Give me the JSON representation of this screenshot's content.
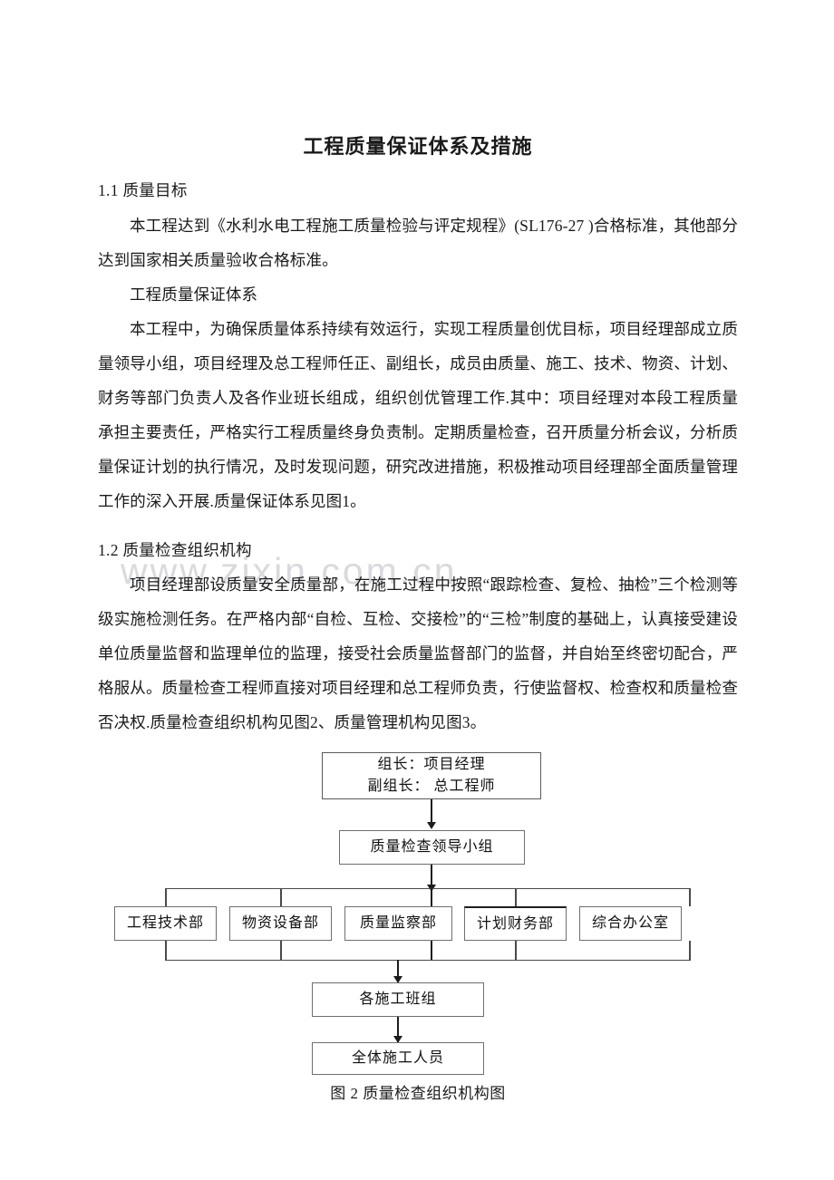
{
  "document": {
    "title": "工程质量保证体系及措施",
    "watermark": "www.zixin.com.cn"
  },
  "sections": [
    {
      "heading": "1.1 质量目标",
      "paragraphs": [
        "本工程达到《水利水电工程施工质量检验与评定规程》(SL176-27 )合格标准，其他部分达到国家相关质量验收合格标准。",
        "工程质量保证体系",
        "本工程中，为确保质量体系持续有效运行，实现工程质量创优目标，项目经理部成立质量领导小组，项目经理及总工程师任正、副组长，成员由质量、施工、技术、物资、计划、财务等部门负责人及各作业班长组成，组织创优管理工作.其中：项目经理对本段工程质量承担主要责任，严格实行工程质量终身负责制。定期质量检查，召开质量分析会议，分析质量保证计划的执行情况，及时发现问题，研究改进措施，积极推动项目经理部全面质量管理工作的深入开展.质量保证体系见图1。"
      ]
    },
    {
      "heading": "1.2 质量检查组织机构",
      "paragraphs": [
        "项目经理部设质量安全质量部，在施工过程中按照“跟踪检查、复检、抽检”三个检测等级实施检测任务。在严格内部“自检、互检、交接检”的“三检”制度的基础上，认真接受建设单位质量监督和监理单位的监理，接受社会质量监督部门的监督，并自始至终密切配合，严格服从。质量检查工程师直接对项目经理和总工程师负责，行使监督权、检查权和质量检查否决权.质量检查组织机构见图2、质量管理机构见图3。"
      ]
    }
  ],
  "org_chart": {
    "caption": "图 2 质量检查组织机构图",
    "root": {
      "line1": "组长：项目经理",
      "line2": "副组长： 总工程师"
    },
    "leader_group": "质量检查领导小组",
    "departments": [
      "工程技术部",
      "物资设备部",
      "质量监察部",
      "计划财务部",
      "综合办公室"
    ],
    "crew": "各施工班组",
    "staff": "全体施工人员"
  }
}
